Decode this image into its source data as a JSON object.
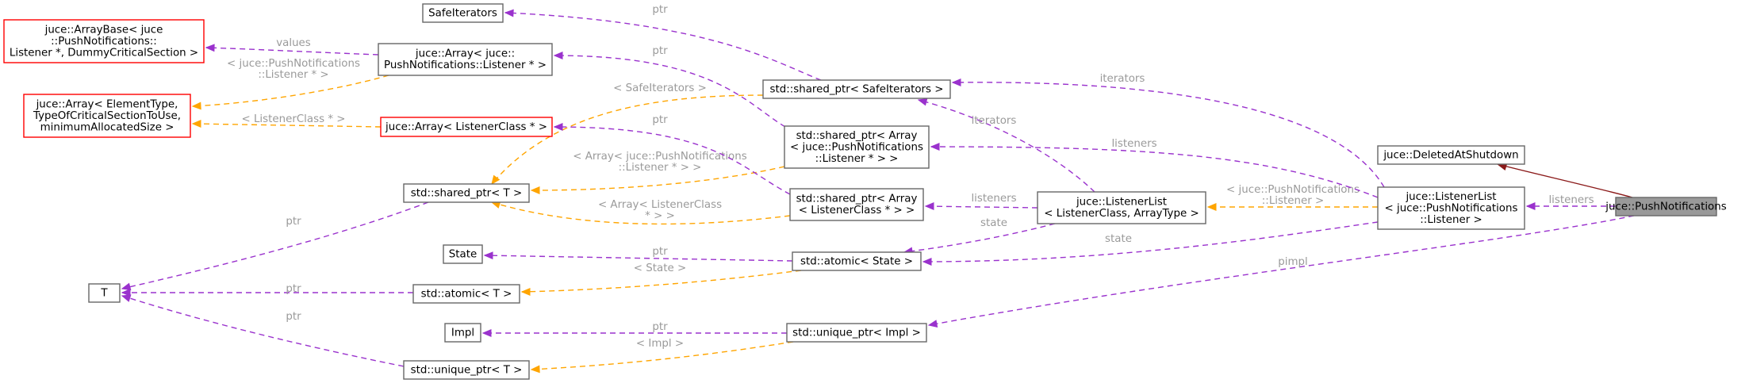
{
  "nodes": [
    {
      "id": "push",
      "lines": [
        "juce::PushNotifications"
      ],
      "style": "focus"
    },
    {
      "id": "deleted",
      "lines": [
        "juce::DeletedAtShutdown"
      ],
      "style": "normal"
    },
    {
      "id": "listenerlist_push",
      "lines": [
        "juce::ListenerList",
        "< juce::PushNotifications",
        "::Listener >"
      ],
      "style": "normal"
    },
    {
      "id": "listenerlist_generic",
      "lines": [
        "juce::ListenerList",
        "< ListenerClass, ArrayType >"
      ],
      "style": "normal"
    },
    {
      "id": "uniqueptr_impl",
      "lines": [
        "std::unique_ptr< Impl >"
      ],
      "style": "normal"
    },
    {
      "id": "impl",
      "lines": [
        "Impl"
      ],
      "style": "normal"
    },
    {
      "id": "uniqueptr_t",
      "lines": [
        "std::unique_ptr< T >"
      ],
      "style": "normal"
    },
    {
      "id": "t",
      "lines": [
        "T"
      ],
      "style": "normal"
    },
    {
      "id": "atomic_state",
      "lines": [
        "std::atomic< State >"
      ],
      "style": "normal"
    },
    {
      "id": "state",
      "lines": [
        "State"
      ],
      "style": "normal"
    },
    {
      "id": "atomic_t",
      "lines": [
        "std::atomic< T >"
      ],
      "style": "normal"
    },
    {
      "id": "sharedptr_t",
      "lines": [
        "std::shared_ptr< T >"
      ],
      "style": "normal"
    },
    {
      "id": "sharedptr_safe",
      "lines": [
        "std::shared_ptr< SafeIterators >"
      ],
      "style": "normal"
    },
    {
      "id": "safeiterators",
      "lines": [
        "SafeIterators"
      ],
      "style": "normal"
    },
    {
      "id": "sharedptr_array_push",
      "lines": [
        "std::shared_ptr< Array",
        "< juce::PushNotifications",
        "::Listener * > >"
      ],
      "style": "normal"
    },
    {
      "id": "sharedptr_array_lc",
      "lines": [
        "std::shared_ptr< Array",
        "< ListenerClass * > >"
      ],
      "style": "normal"
    },
    {
      "id": "array_push",
      "lines": [
        "juce::Array< juce::",
        "PushNotifications::Listener * >"
      ],
      "style": "normal"
    },
    {
      "id": "array_lc",
      "lines": [
        "juce::Array< ListenerClass * >"
      ],
      "style": "missing"
    },
    {
      "id": "array_generic",
      "lines": [
        "juce::Array< ElementType,",
        "TypeOfCriticalSectionToUse,",
        "minimumAllocatedSize >"
      ],
      "style": "missing"
    },
    {
      "id": "arraybase",
      "lines": [
        "juce::ArrayBase< juce",
        "::PushNotifications::",
        "Listener *, DummyCriticalSection >"
      ],
      "style": "missing"
    }
  ],
  "edges": [
    {
      "id": "e1",
      "kind": "inheritance",
      "label": []
    },
    {
      "id": "e2",
      "kind": "usage",
      "label": [
        "listeners"
      ]
    },
    {
      "id": "e3",
      "kind": "usage",
      "label": [
        "pimpl"
      ]
    },
    {
      "id": "e4",
      "kind": "template",
      "label": [
        "< juce::PushNotifications",
        "::Listener >"
      ]
    },
    {
      "id": "e5",
      "kind": "usage",
      "label": [
        "iterators"
      ]
    },
    {
      "id": "e6",
      "kind": "usage",
      "label": [
        "listeners"
      ]
    },
    {
      "id": "e7",
      "kind": "usage",
      "label": [
        "state"
      ]
    },
    {
      "id": "e8",
      "kind": "usage",
      "label": [
        "iterators"
      ]
    },
    {
      "id": "e9",
      "kind": "usage",
      "label": [
        "listeners"
      ]
    },
    {
      "id": "e10",
      "kind": "usage",
      "label": [
        "state"
      ]
    },
    {
      "id": "e11",
      "kind": "usage",
      "label": [
        "ptr"
      ]
    },
    {
      "id": "e12",
      "kind": "template",
      "label": [
        "< Impl >"
      ]
    },
    {
      "id": "e13",
      "kind": "usage",
      "label": [
        "ptr"
      ]
    },
    {
      "id": "e14",
      "kind": "usage",
      "label": [
        "ptr"
      ]
    },
    {
      "id": "e15",
      "kind": "template",
      "label": [
        "< State >"
      ]
    },
    {
      "id": "e16",
      "kind": "usage",
      "label": [
        "ptr"
      ]
    },
    {
      "id": "e17",
      "kind": "usage",
      "label": [
        "ptr"
      ]
    },
    {
      "id": "e18",
      "kind": "usage",
      "label": [
        "ptr"
      ]
    },
    {
      "id": "e19",
      "kind": "template",
      "label": [
        "< SafeIterators >"
      ]
    },
    {
      "id": "e20",
      "kind": "usage",
      "label": [
        "ptr"
      ]
    },
    {
      "id": "e21",
      "kind": "template",
      "label": [
        "< Array< juce::PushNotifications",
        "::Listener * > >"
      ]
    },
    {
      "id": "e22",
      "kind": "usage",
      "label": [
        "ptr"
      ]
    },
    {
      "id": "e23",
      "kind": "template",
      "label": [
        "< Array< ListenerClass",
        "* > >"
      ]
    },
    {
      "id": "e24",
      "kind": "usage",
      "label": [
        "values"
      ]
    },
    {
      "id": "e25",
      "kind": "template",
      "label": [
        "< juce::PushNotifications",
        "::Listener * >"
      ]
    },
    {
      "id": "e26",
      "kind": "template",
      "label": [
        "< ListenerClass * >"
      ]
    }
  ],
  "colors": {
    "usage": "#9a32cd",
    "template": "#ffa500",
    "inheritance": "#8b1a1a",
    "missing_border": "#ff0000",
    "focus_fill": "#999999",
    "label": "#9a9a9a"
  }
}
